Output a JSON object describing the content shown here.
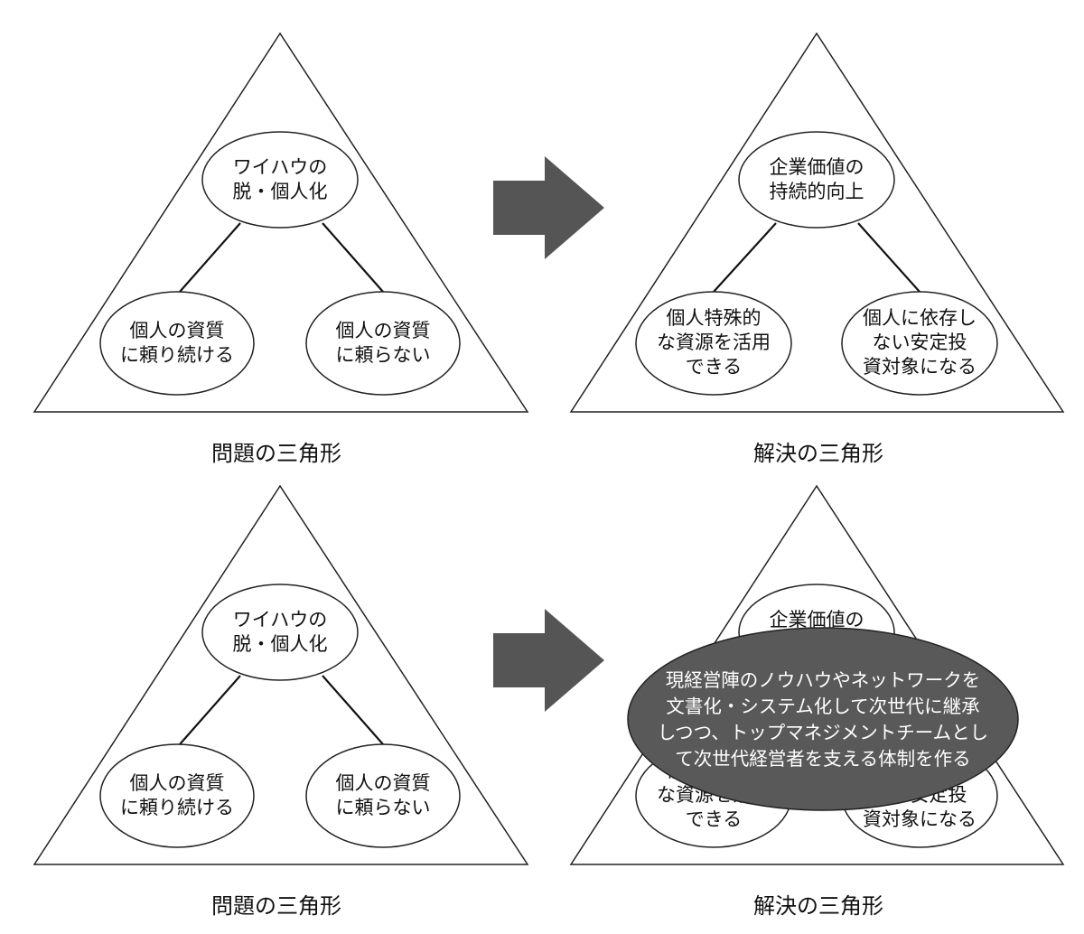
{
  "problem_triangle": {
    "top": [
      "ワイハウの",
      "脱・個人化"
    ],
    "left": [
      "個人の資質",
      "に頼り続ける"
    ],
    "right": [
      "個人の資質",
      "に頼らない"
    ],
    "caption": "問題の三角形"
  },
  "solution_triangle": {
    "top": [
      "企業価値の",
      "持続的向上"
    ],
    "left": [
      "個人特殊的",
      "な資源を活用",
      "できる"
    ],
    "right": [
      "個人に依存し",
      "ない安定投",
      "資対象になる"
    ],
    "caption": "解決の三角形"
  },
  "overlay": {
    "lines": [
      "現経営陣のノウハウやネットワークを",
      "文書化・システム化して次世代に継承",
      "しつつ、トップマネジメントチームとし",
      "て次世代経営者を支える体制を作る"
    ]
  },
  "colors": {
    "arrow": "#555555",
    "overlay_fill": "#595959",
    "stroke": "#222222"
  }
}
